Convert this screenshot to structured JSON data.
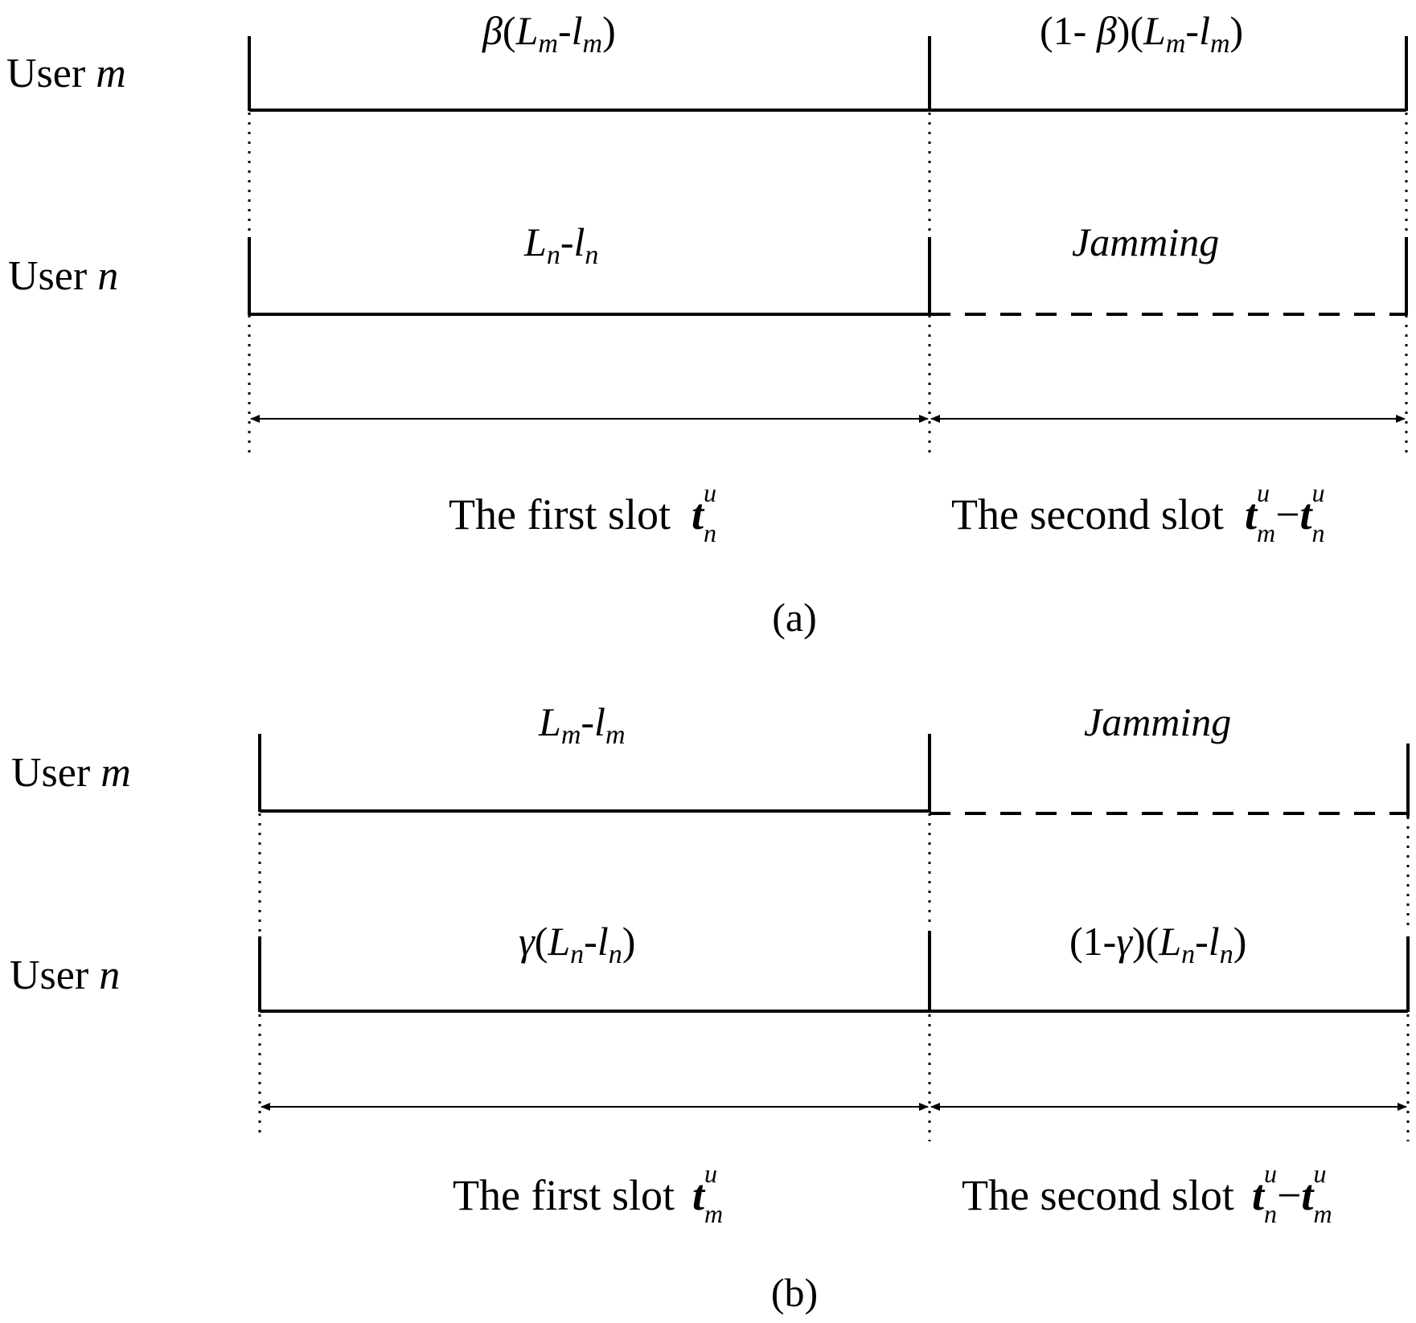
{
  "panel_a": {
    "user_m_label": {
      "prefix": "User ",
      "var": "m"
    },
    "user_n_label": {
      "prefix": "User ",
      "var": "n"
    },
    "m_slot1_label": {
      "greek": "β",
      "open": "(",
      "L": "L",
      "Lsub": "m",
      "dash": "-",
      "l": "l",
      "lsub": "m",
      "close": ")"
    },
    "m_slot2_label": {
      "pre": "(1- ",
      "greek": "β",
      "mid": ")(",
      "L": "L",
      "Lsub": "m",
      "dash": "-",
      "l": "l",
      "lsub": "m",
      "close": ")"
    },
    "n_slot1_label": {
      "L": "L",
      "Lsub": "n",
      "dash": "-",
      "l": "l",
      "lsub": "n"
    },
    "n_slot2_label": "Jamming",
    "slot1_caption": {
      "text": "The first slot",
      "t": "t",
      "sup": "u",
      "sub": "n"
    },
    "slot2_caption": {
      "text": "The second slot",
      "t1": "t",
      "sup1": "u",
      "sub1": "m",
      "minus": "−",
      "t2": "t",
      "sup2": "u",
      "sub2": "n"
    },
    "caption": "(a)"
  },
  "panel_b": {
    "user_m_label": {
      "prefix": "User ",
      "var": "m"
    },
    "user_n_label": {
      "prefix": "User ",
      "var": "n"
    },
    "m_slot1_label": {
      "L": "L",
      "Lsub": "m",
      "dash": "-",
      "l": "l",
      "lsub": "m"
    },
    "m_slot2_label": "Jamming",
    "n_slot1_label": {
      "greek": "γ",
      "open": "(",
      "L": "L",
      "Lsub": "n",
      "dash": "-",
      "l": "l",
      "lsub": "n",
      "close": ")"
    },
    "n_slot2_label": {
      "pre": "(1-",
      "greek": "γ",
      "mid": ")(",
      "L": "L",
      "Lsub": "n",
      "dash": "-",
      "l": "l",
      "lsub": "n",
      "close": ")"
    },
    "slot1_caption": {
      "text": "The first slot",
      "t": "t",
      "sup": "u",
      "sub": "m"
    },
    "slot2_caption": {
      "text": "The second slot",
      "t1": "t",
      "sup1": "u",
      "sub1": "n",
      "minus": "−",
      "t2": "t",
      "sup2": "u",
      "sub2": "m"
    },
    "caption": "(b)"
  }
}
